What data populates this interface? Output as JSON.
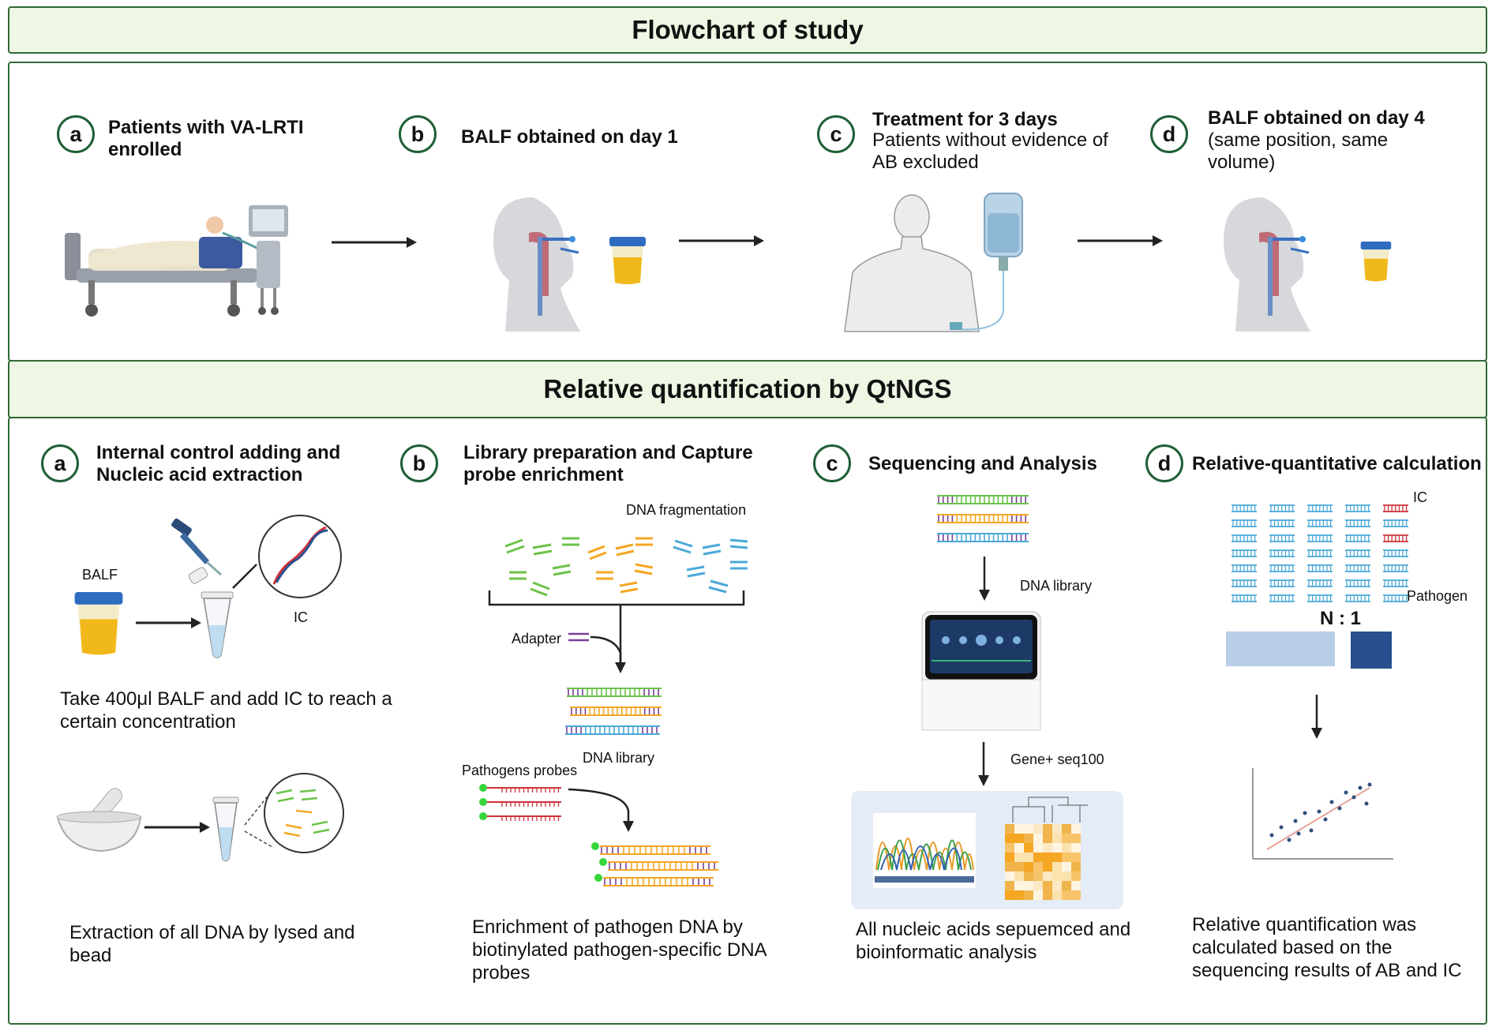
{
  "top": {
    "title": "Flowchart of study",
    "steps": [
      {
        "letter": "a",
        "title": "Patients with VA-LRTI enrolled"
      },
      {
        "letter": "b",
        "title": "BALF obtained on day 1"
      },
      {
        "letter": "c",
        "title": "Treatment for 3 days",
        "subtitle": "Patients without evidence of AB excluded"
      },
      {
        "letter": "d",
        "title": "BALF obtained on day 4",
        "subtitle": "(same position, same volume)"
      }
    ]
  },
  "bottom": {
    "title": "Relative quantification by QtNGS",
    "a": {
      "letter": "a",
      "title": "Internal control adding  and Nucleic acid extraction",
      "balf_label": "BALF",
      "ic_label": "IC",
      "text1": "Take 400μl BALF and add IC to reach a certain concentration",
      "text2": "Extraction of all DNA by lysed and bead"
    },
    "b": {
      "letter": "b",
      "title": "Library preparation and Capture probe enrichment",
      "dna_fragmentation": "DNA fragmentation",
      "adapter": "Adapter",
      "dna_library": "DNA library",
      "pathogens_probes": "Pathogens probes",
      "text": "Enrichment of pathogen DNA by biotinylated pathogen-specific DNA probes"
    },
    "c": {
      "letter": "c",
      "title": "Sequencing  and Analysis",
      "dna_library": "DNA library",
      "sequencer": "Gene+ seq100",
      "text": "All nucleic acids sepuemced and bioinformatic analysis"
    },
    "d": {
      "letter": "d",
      "title": "Relative-quantitative calculation",
      "ic_label": "IC",
      "pathogen_label": "Pathogen",
      "ratio": "N : 1",
      "text": "Relative quantification was calculated based on the sequencing results of AB and IC"
    }
  },
  "colors": {
    "banner_bg": "#eef7e4",
    "border": "#2f6a35",
    "green": "#6cc24a",
    "orange": "#f5a623",
    "blue": "#4aa8d8",
    "purple": "#7a3f9a",
    "red": "#d0323a",
    "navy": "#2a4f8f",
    "lightblue": "#b8cde8"
  },
  "icons": [
    "hospital-bed-icon",
    "ventilator-icon",
    "head-profile-icon",
    "specimen-cup-icon",
    "patient-with-iv-icon",
    "pipette-icon",
    "microtube-icon",
    "mortar-pestle-icon",
    "sequencer-icon",
    "scatter-plot-icon"
  ]
}
